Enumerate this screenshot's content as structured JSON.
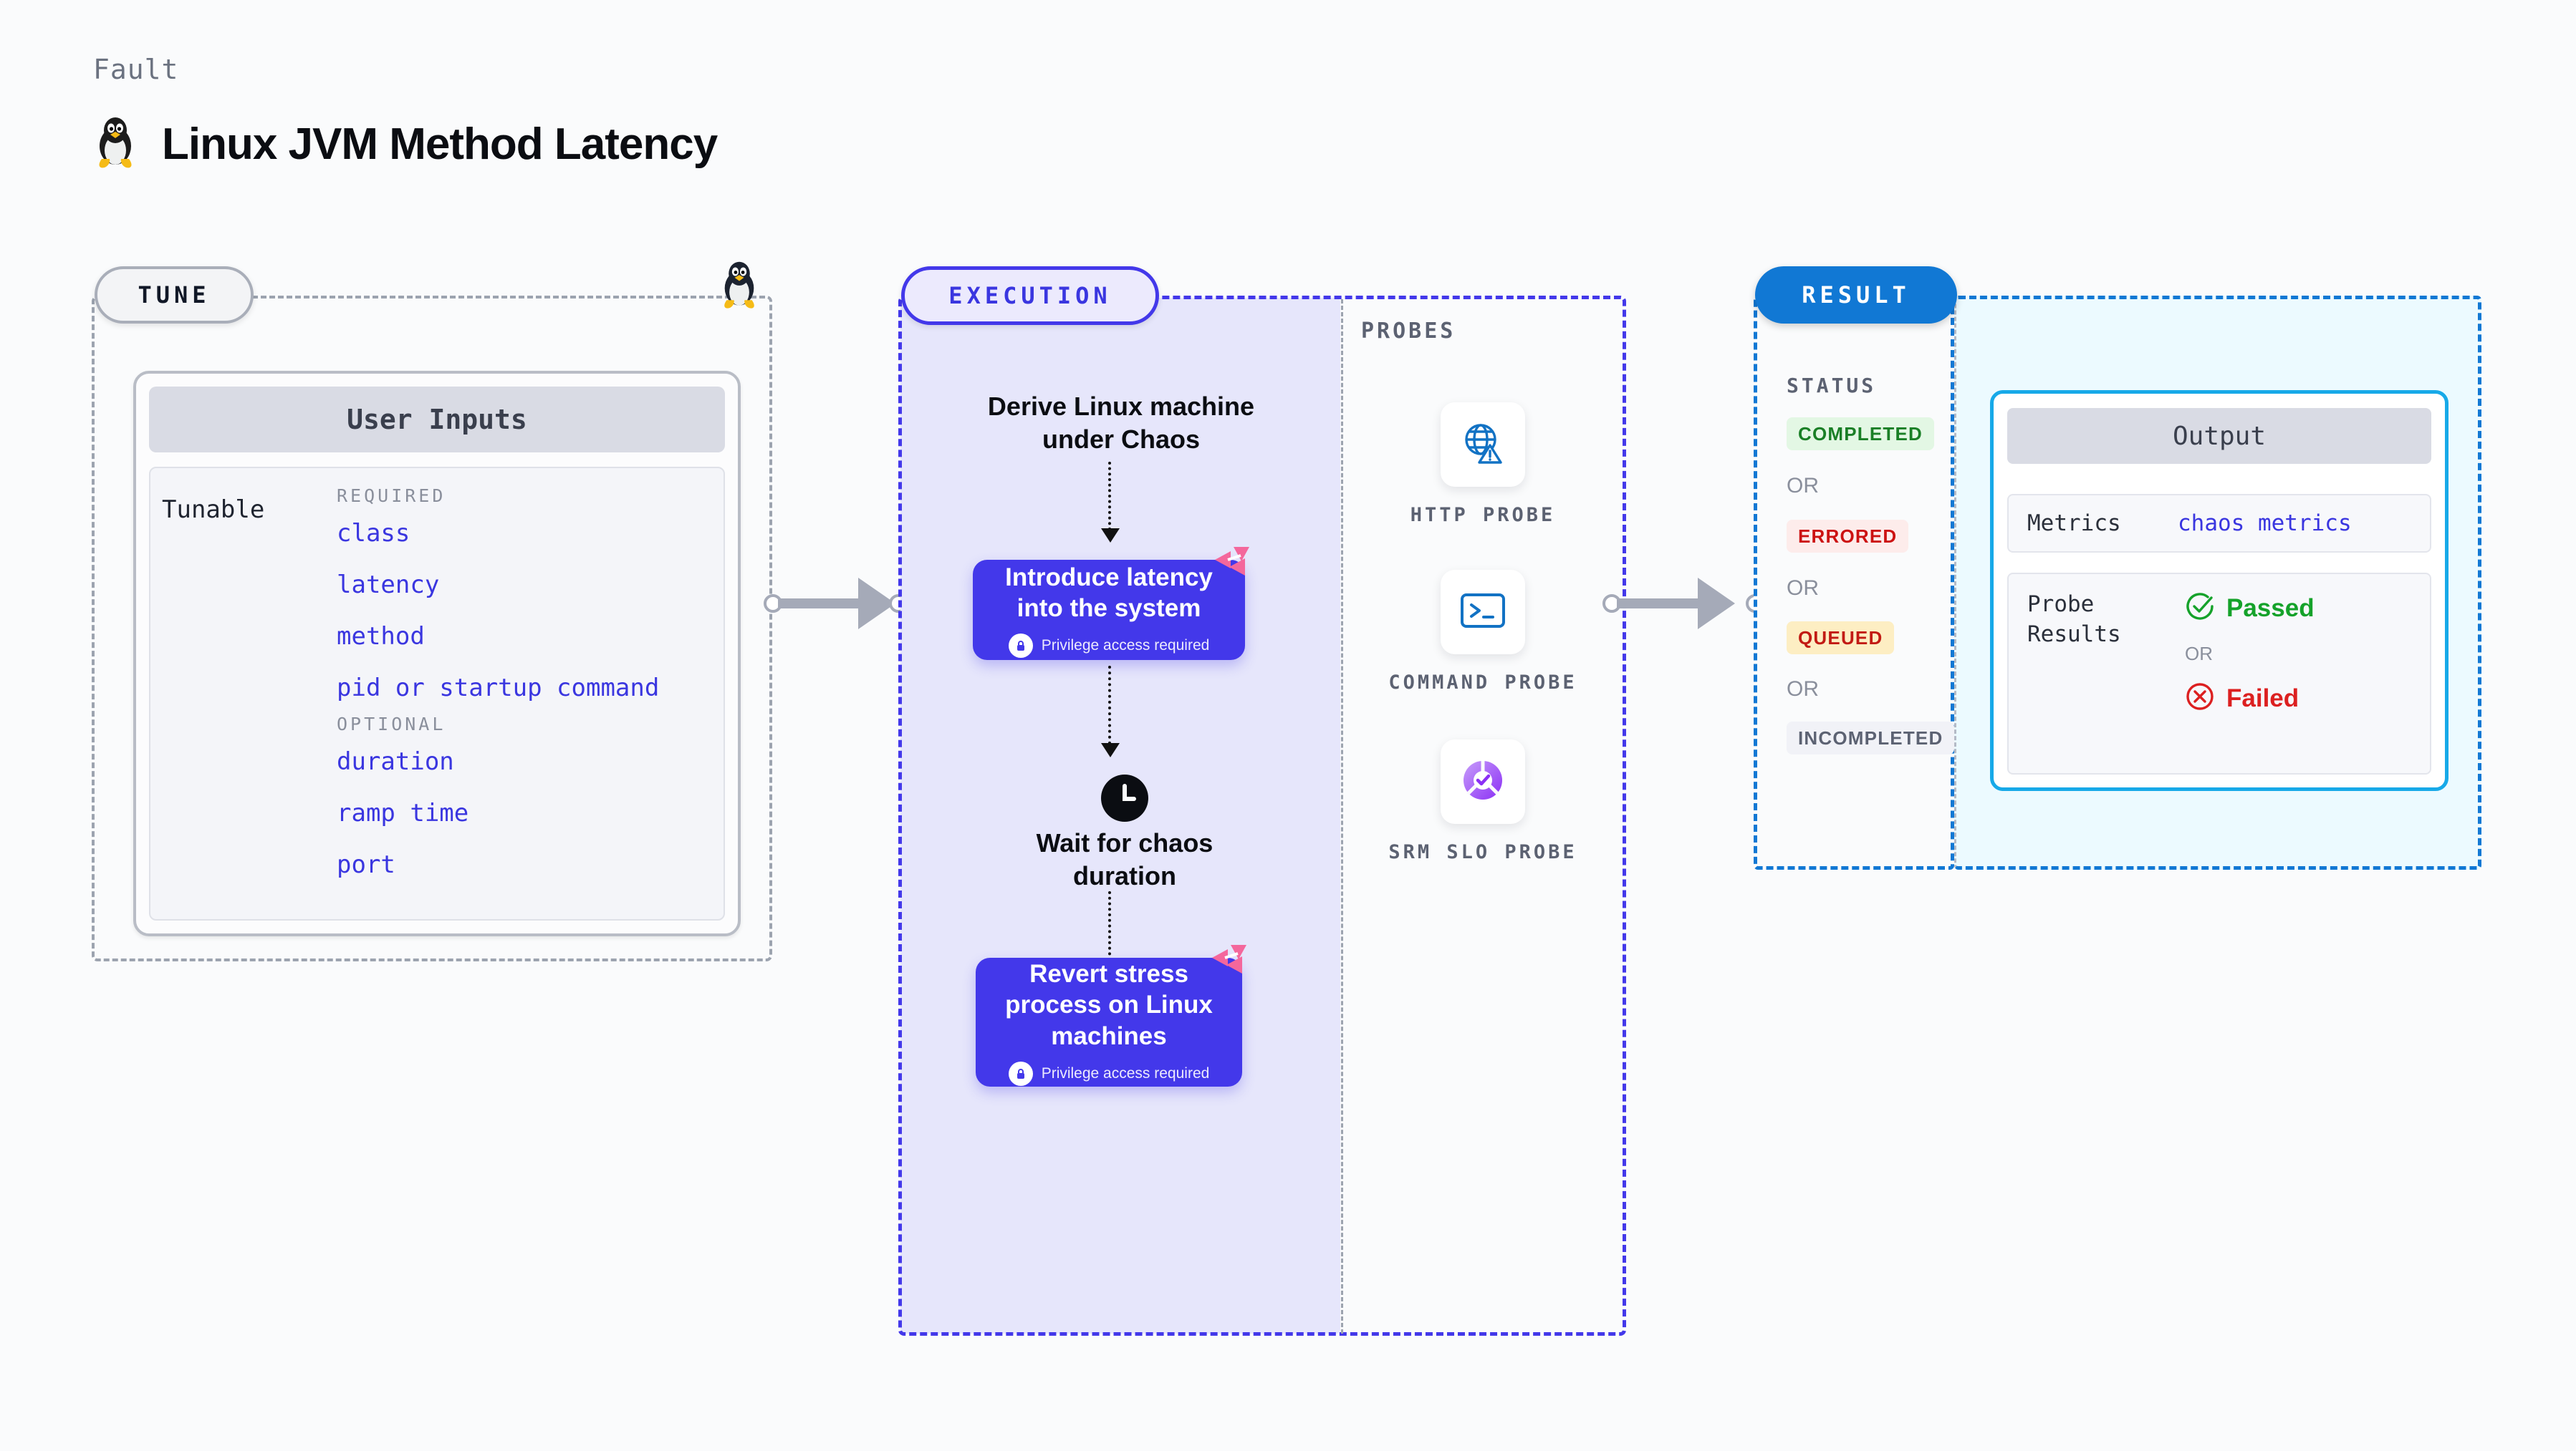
{
  "header": {
    "kicker": "Fault",
    "title": "Linux JVM Method Latency",
    "icon": "linux-penguin-icon"
  },
  "tune": {
    "pill_label": "TUNE",
    "card_title": "User Inputs",
    "tunable_label": "Tunable",
    "groups": [
      {
        "heading": "REQUIRED",
        "params": [
          "class",
          "latency",
          "method",
          "pid or startup command"
        ]
      },
      {
        "heading": "OPTIONAL",
        "params": [
          "duration",
          "ramp time",
          "port"
        ]
      }
    ]
  },
  "execution": {
    "pill_label": "EXECUTION",
    "derive_text": "Derive Linux machine under Chaos",
    "step1": {
      "title": "Introduce latency into the system",
      "privilege_note": "Privilege access required"
    },
    "wait_text": "Wait for chaos duration",
    "step2": {
      "title": "Revert stress process on Linux machines",
      "privilege_note": "Privilege access required"
    }
  },
  "probes": {
    "section_label": "PROBES",
    "items": [
      {
        "icon": "globe-warning-icon",
        "caption": "HTTP PROBE"
      },
      {
        "icon": "terminal-prompt-icon",
        "caption": "COMMAND PROBE"
      },
      {
        "icon": "slo-check-icon",
        "caption": "SRM SLO PROBE"
      }
    ]
  },
  "result": {
    "pill_label": "RESULT",
    "status_label": "STATUS",
    "or_label": "OR",
    "statuses": [
      {
        "label": "COMPLETED",
        "color": "#1a7f26",
        "bg": "#e3f7e4"
      },
      {
        "label": "ERRORED",
        "color": "#cc1212",
        "bg": "#fdeceb"
      },
      {
        "label": "QUEUED",
        "color": "#c21b14",
        "bg": "#fdeec3"
      },
      {
        "label": "INCOMPLETED",
        "color": "#5c6272",
        "bg": "#f1f2f7"
      }
    ],
    "output": {
      "title": "Output",
      "metrics_label": "Metrics",
      "metrics_value": "chaos metrics",
      "probe_results_label": "Probe Results",
      "passed_label": "Passed",
      "failed_label": "Failed",
      "or_label": "OR",
      "passed_color": "#15a22a",
      "failed_color": "#dc2020"
    }
  },
  "colors": {
    "accent_indigo": "#4338ea",
    "accent_blue": "#1178d4",
    "accent_cyan": "#17a9e8",
    "chaos_pink": "#f4679c",
    "exec_fill": "#e6e6fb",
    "page_bg": "#fafbfc"
  }
}
